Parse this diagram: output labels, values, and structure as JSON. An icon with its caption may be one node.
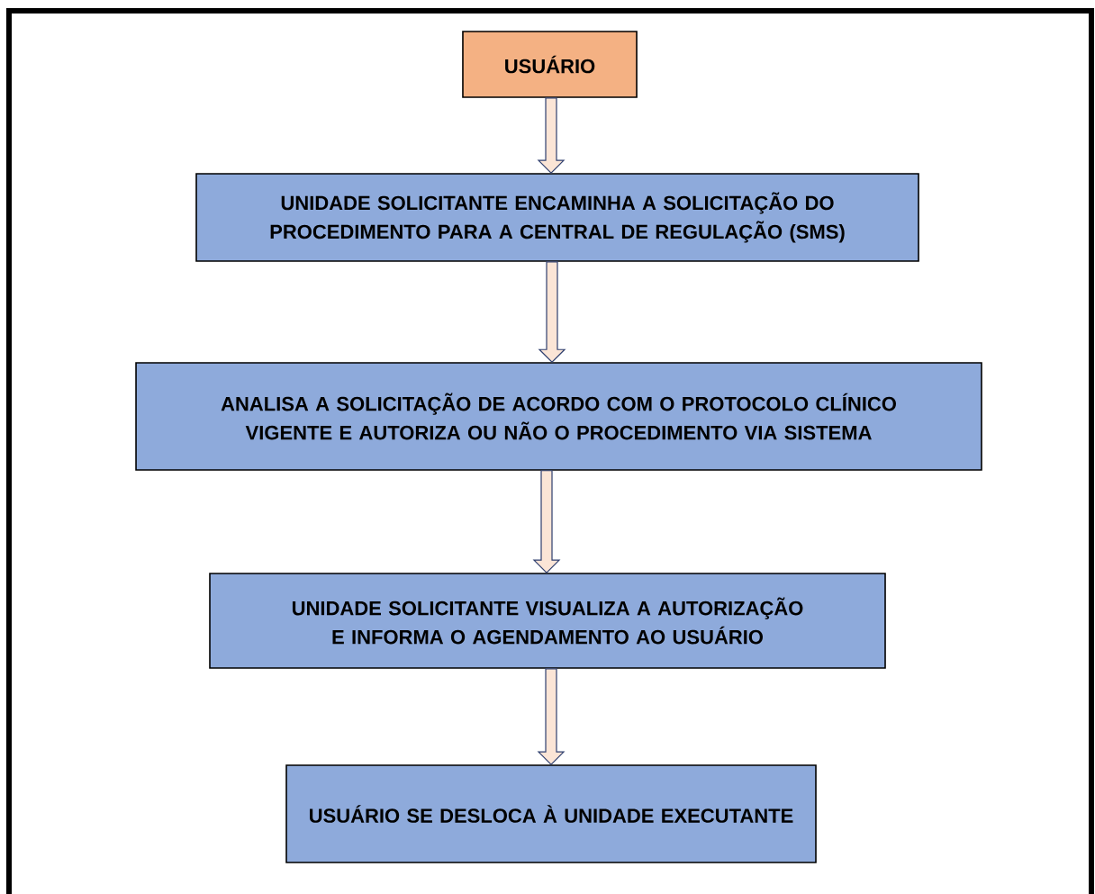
{
  "diagram": {
    "nodes": [
      {
        "text": [
          "USUÁRIO"
        ]
      },
      {
        "text": [
          "UNIDADE SOLICITANTE ENCAMINHA A SOLICITAÇÃO DO PROCEDIMENTO PARA A CENTRAL DE REGULAÇÃO (SMS)"
        ]
      },
      {
        "text": [
          "ANALISA A SOLICITAÇÃO DE ACORDO COM O PROTOCOLO CLÍNICO VIGENTE E AUTORIZA OU NÃO O PROCEDIMENTO VIA SISTEMA"
        ]
      },
      {
        "text": [
          "UNIDADE SOLICITANTE VISUALIZA A AUTORIZAÇÃO E INFORMA O AGENDAMENTO AO USUÁRIO"
        ]
      },
      {
        "text": [
          "USUÁRIO SE DESLOCA À UNIDADE EXECUTANTE"
        ]
      }
    ],
    "edges": [
      {
        "from": 0,
        "to": 1,
        "arrow": "to"
      },
      {
        "from": 1,
        "to": 2,
        "arrow": "to"
      },
      {
        "from": 2,
        "to": 3,
        "arrow": "to"
      },
      {
        "from": 3,
        "to": 4,
        "arrow": "to"
      }
    ]
  }
}
